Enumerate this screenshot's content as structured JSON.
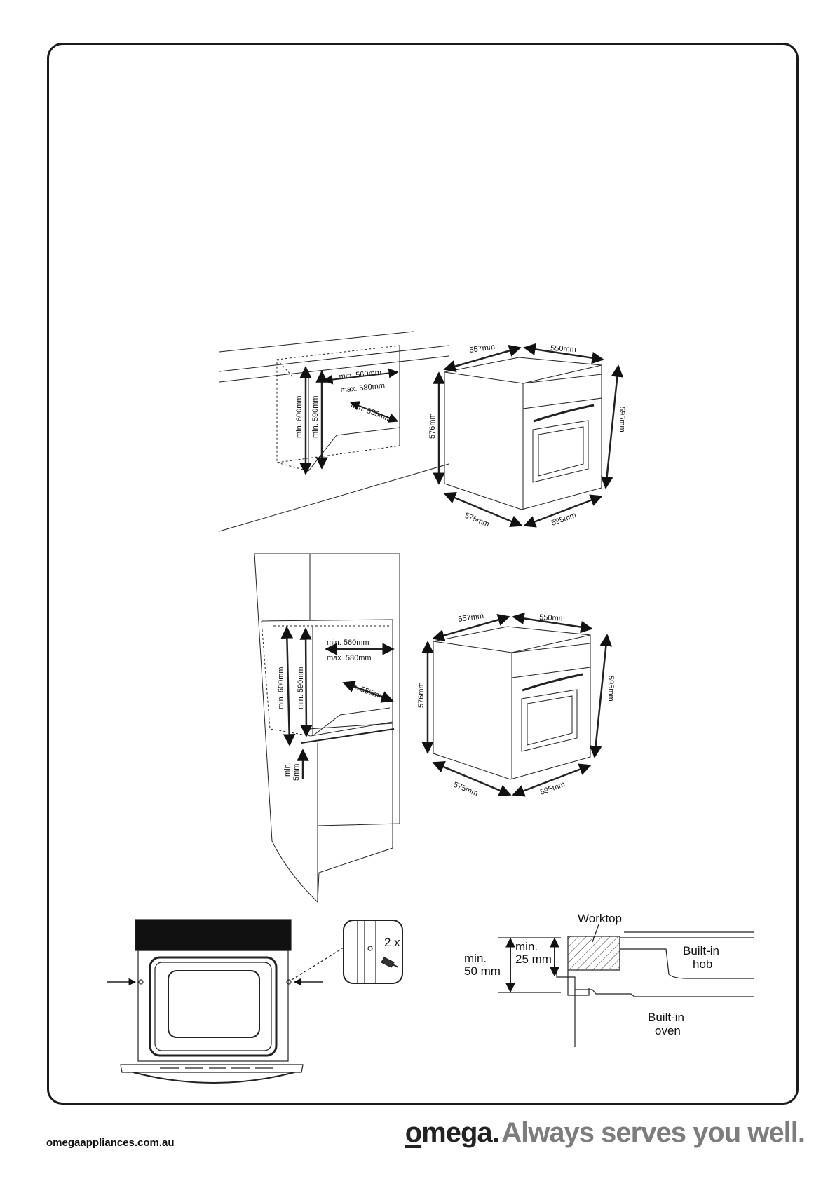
{
  "diagram1": {
    "cabinet": {
      "min_width": "min. 560mm",
      "max_width": "max. 580mm",
      "min_depth": "min. 555mm",
      "min_height_outer": "min. 600mm",
      "min_height_inner": "min. 590mm"
    },
    "oven": {
      "depth_top": "557mm",
      "width_top": "550mm",
      "height_side": "576mm",
      "height_front": "595mm",
      "depth_bottom": "575mm",
      "width_bottom": "595mm"
    }
  },
  "diagram2": {
    "cabinet": {
      "min_width": "min. 560mm",
      "max_width": "max. 580mm",
      "min_depth": "min. 555mm",
      "min_height_outer": "min. 600mm",
      "min_height_inner": "min. 590mm",
      "min_gap_line1": "min.",
      "min_gap_line2": "5mm"
    },
    "oven": {
      "depth_top": "557mm",
      "width_top": "550mm",
      "height_side": "576mm",
      "height_front": "595mm",
      "depth_bottom": "575mm",
      "width_bottom": "595mm"
    }
  },
  "diagram3": {
    "screw_count": "2 x"
  },
  "diagram4": {
    "worktop": "Worktop",
    "min_outer_line1": "min.",
    "min_outer_line2": "50 mm",
    "min_inner_line1": "min.",
    "min_inner_line2": "25 mm",
    "hob_line1": "Built-in",
    "hob_line2": "hob",
    "oven_line1": "Built-in",
    "oven_line2": "oven"
  },
  "footer": {
    "url": "omegaappliances.com.au",
    "brand_first": "o",
    "brand_rest": "mega.",
    "tagline": "Always serves you well."
  }
}
